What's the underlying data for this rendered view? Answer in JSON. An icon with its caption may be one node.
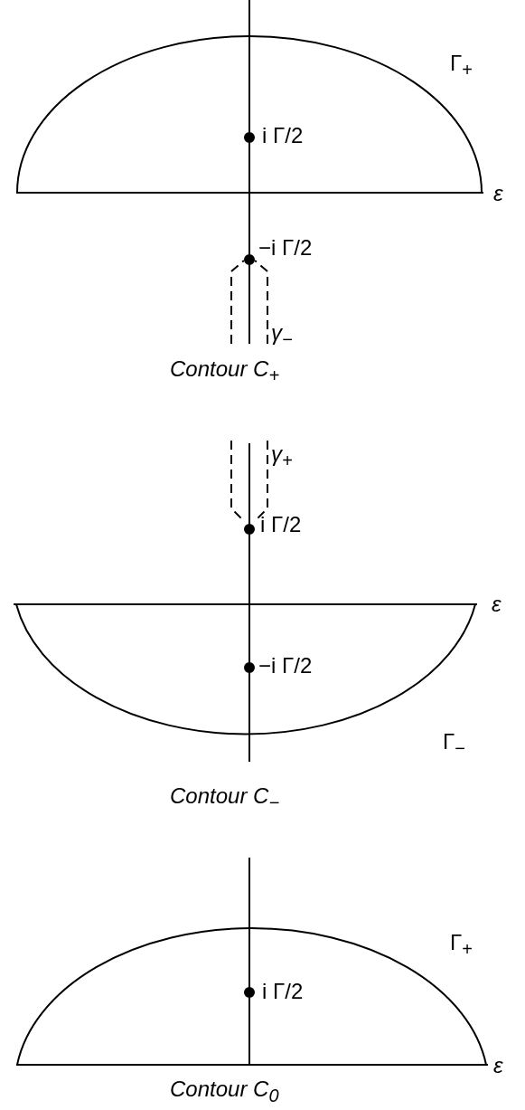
{
  "diagram": {
    "labels": [
      "Γ$_{+}$",
      "i Γ/2",
      "ε",
      "−i Γ/2",
      "γ$_{−}$",
      "Contour C$_{+}$",
      "γ$_{+}$",
      "i Γ/2",
      "ε",
      "−i Γ/2",
      "Γ$_{−}$",
      "Contour C$_{−}$",
      "Γ$_{+}$",
      "i Γ/2",
      "ε",
      "Contour C$_{0}$"
    ]
  }
}
